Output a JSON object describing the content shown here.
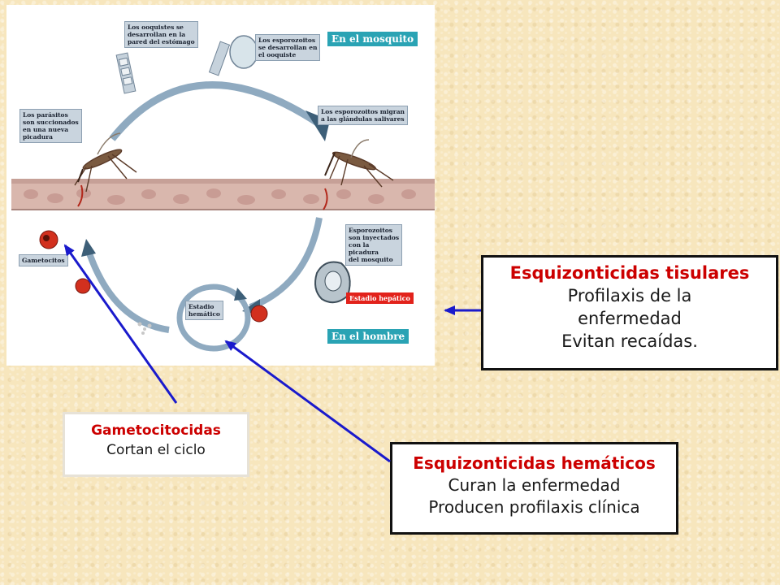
{
  "diagram": {
    "tags": {
      "mosquito": "En el mosquito",
      "hombre": "En el hombre",
      "hepatico": "Estadio hepático"
    },
    "labels": {
      "ooquistes": "Los ooquistes se\ndesarrollan en la\npared del estómago",
      "esporozoitos_ooquiste": "Los esporozoitos\nse desarrollan en\nel ooquiste",
      "migran": "Los esporozoitos migran\na las glándulas salivares",
      "succionados": "Los parásitos\nson succionados\nen una nueva\npicadura",
      "inyectados": "Esporozoitos\nson inyectados\ncon la\npicadura\ndel mosquito",
      "estadio_hematico": "Estadio\nhemático",
      "gametocitos": "Gametocitos"
    }
  },
  "boxes": {
    "tisulares": {
      "title": "Esquizonticidas tisulares",
      "lines": [
        "Profilaxis de la",
        "enfermedad",
        "Evitan recaídas."
      ]
    },
    "hematicos": {
      "title": "Esquizonticidas hemáticos",
      "lines": [
        "Curan la enfermedad",
        "Producen profilaxis clínica"
      ]
    },
    "gametocitocidas": {
      "title": "Gametocitocidas",
      "lines": [
        "Cortan el ciclo"
      ]
    }
  },
  "colors": {
    "background": "#f7e6bd",
    "title_red": "#cc0000",
    "pointer_blue": "#1a1acc",
    "tag_teal": "#2aa3b4",
    "tag_red": "#e2221b",
    "label_bg": "#c9d4de"
  }
}
